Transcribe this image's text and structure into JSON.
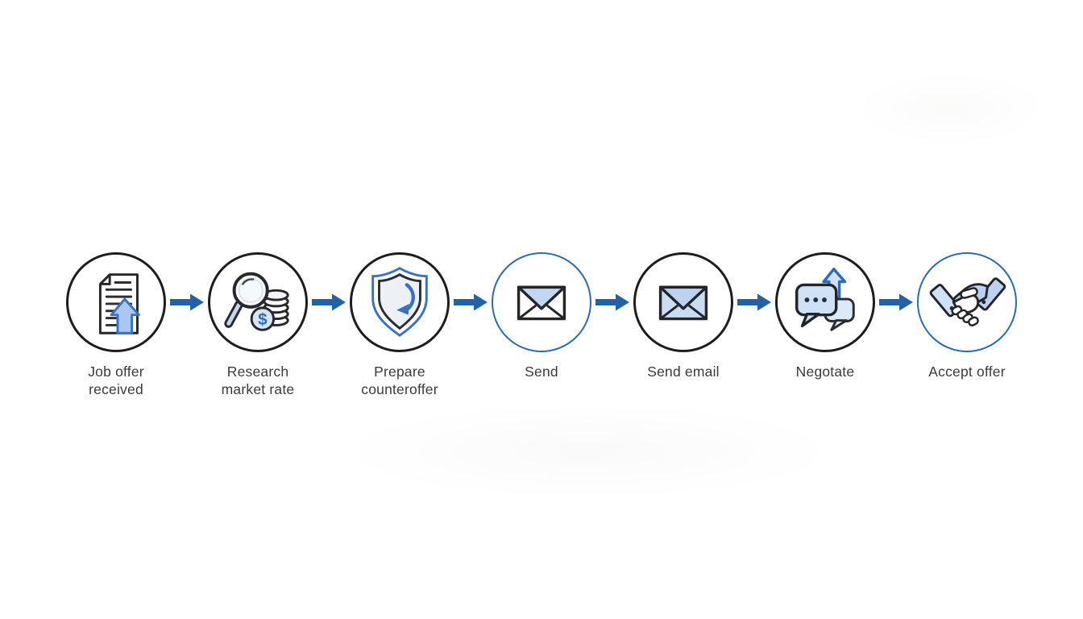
{
  "diagram": {
    "type": "flowchart",
    "direction": "left-to-right",
    "steps": [
      {
        "label": "Job offer received",
        "icon": "document-upload",
        "ring": "black"
      },
      {
        "label": "Research market rate",
        "icon": "magnifier-coins",
        "ring": "black"
      },
      {
        "label": "Prepare counteroffer",
        "icon": "shield-refresh",
        "ring": "black"
      },
      {
        "label": "Send",
        "icon": "envelope",
        "ring": "blue"
      },
      {
        "label": "Send email",
        "icon": "envelope-filled",
        "ring": "black"
      },
      {
        "label": "Negotate",
        "icon": "chat-bubbles-up-arrow",
        "ring": "black"
      },
      {
        "label": "Accept offer",
        "icon": "handshake",
        "ring": "blue"
      }
    ],
    "connector": {
      "style": "arrow-right",
      "color": "#2361a9",
      "count": 6
    },
    "colors": {
      "background": "#ffffff",
      "ring_black": "#1d1d1f",
      "ring_blue": "#2a6cb0",
      "arrow_blue": "#2361a9",
      "icon_outline": "#24262b",
      "icon_blue_stroke": "#3a72bf",
      "icon_fill_light_blue": "#c9dcf4",
      "label_text": "#3a3a3c"
    }
  }
}
